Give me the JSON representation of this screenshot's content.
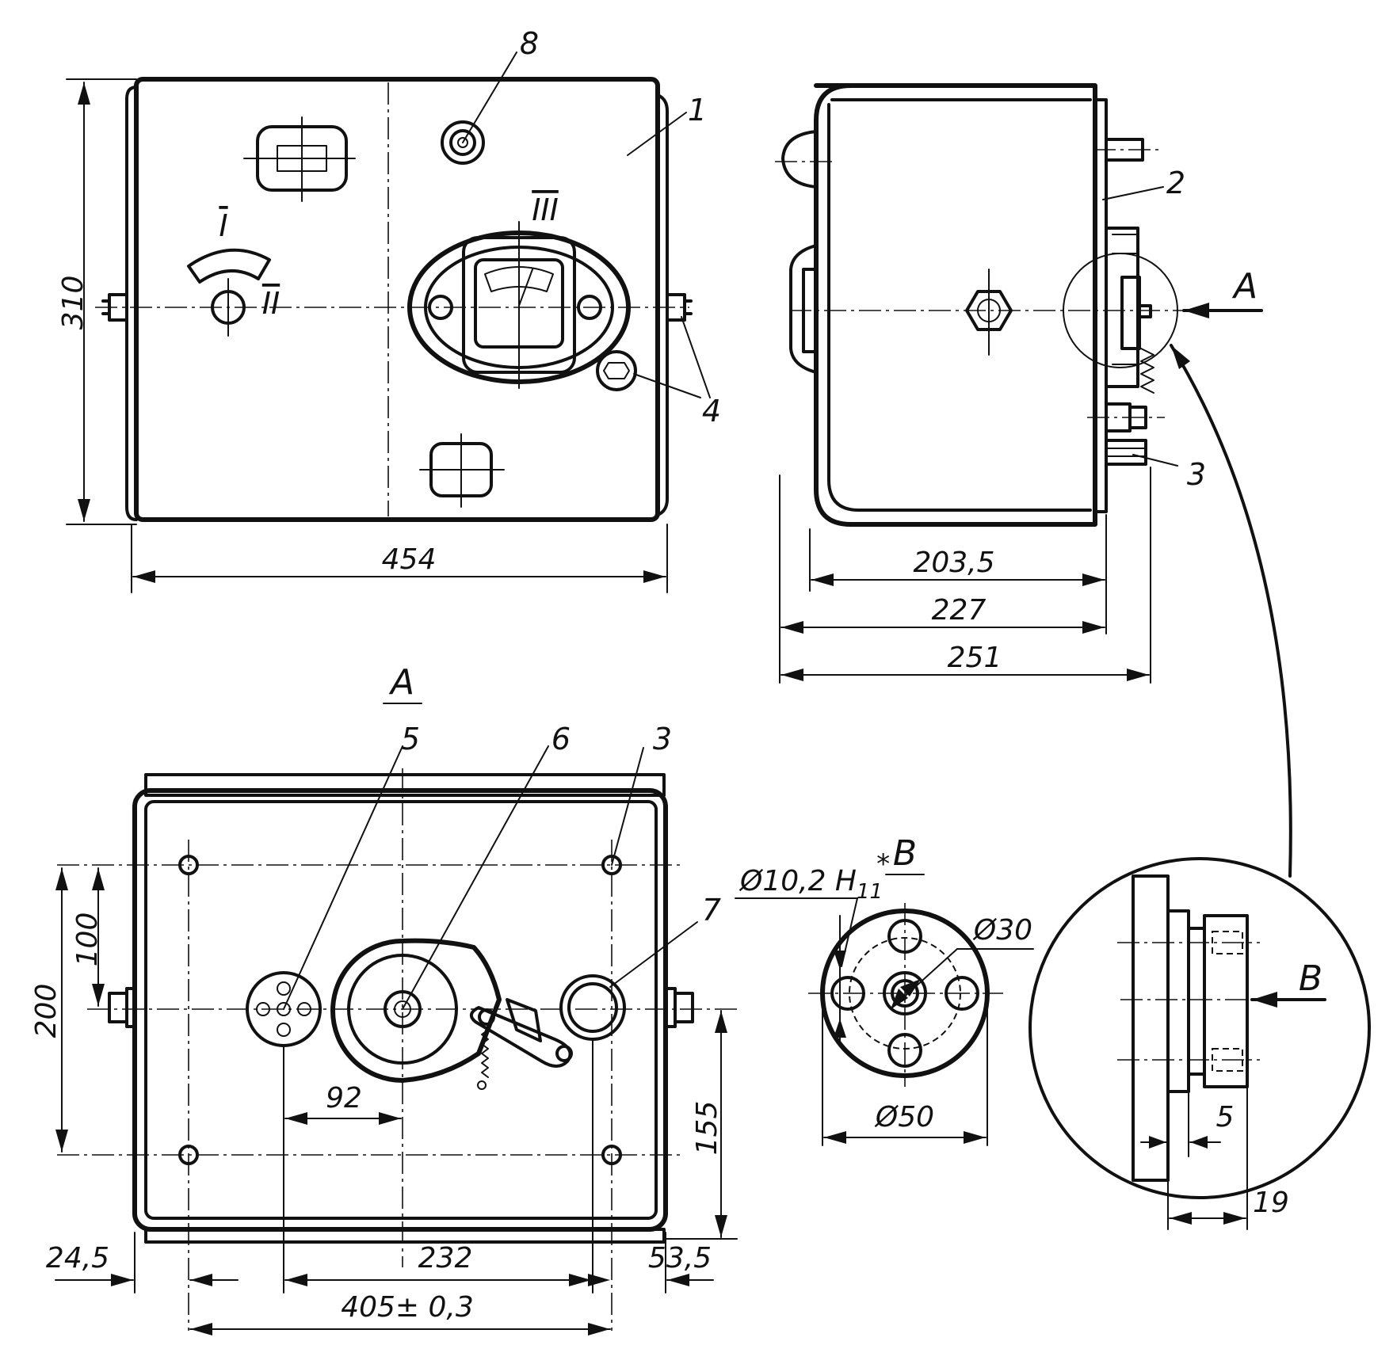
{
  "colors": {
    "ink": "#111111",
    "paper": "#ffffff"
  },
  "views": {
    "view_a_label": "A",
    "view_b_label": "B"
  },
  "callouts": {
    "c1": "1",
    "c2": "2",
    "c3_side": "3",
    "c4": "4",
    "c5": "5",
    "c6": "6",
    "c3_view": "3",
    "c7": "7",
    "c8": "8"
  },
  "marks": {
    "m1": "I",
    "m2": "II",
    "m3": "III",
    "arrow_a": "A",
    "arrow_b": "B"
  },
  "dimensions": {
    "front_height": "310",
    "front_width": "454",
    "side_d1": "203,5",
    "side_d2": "227",
    "side_d3": "251",
    "a_v100": "100",
    "a_v200": "200",
    "a_v155": "155",
    "a_h92": "92",
    "a_h232": "232",
    "a_h24_5": "24,5",
    "a_h53_5": "53,5",
    "a_h405": "405± 0,3",
    "b_hole": "Ø10,2 H",
    "b_hole_tol": "11",
    "b_hole_star": "*",
    "b_d30": "Ø30",
    "b_d50": "Ø50",
    "det_5": "5",
    "det_19": "19"
  }
}
